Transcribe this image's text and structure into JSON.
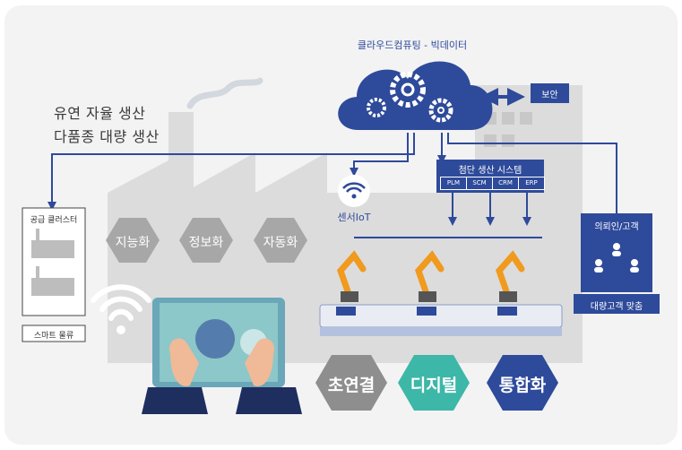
{
  "headline": {
    "line1": "유연 자율 생산",
    "line2": "다품종 대량 생산"
  },
  "cloud": {
    "label": "클라우드컴퓨팅 - 빅데이터"
  },
  "security": {
    "label": "보안"
  },
  "supply": {
    "label": "공급 클러스터",
    "logistics": "스마트 물류"
  },
  "hexes": {
    "intelligent": "지능화",
    "information": "정보화",
    "automation": "자동화"
  },
  "sensor": {
    "label": "센서IoT"
  },
  "system": {
    "title": "첨단 생산 시스템",
    "items": [
      "PLM",
      "SCM",
      "CRM",
      "ERP"
    ]
  },
  "customer": {
    "title": "의뢰인/고객",
    "mass": "대량고객 맞춤"
  },
  "pillars": {
    "hyper": "초연결",
    "digital": "디지털",
    "integration": "통합화"
  },
  "colors": {
    "navy": "#2e4a9a",
    "teal": "#3db7a8",
    "factory": "#dcdcdc",
    "hexgray": "#a7a7a7",
    "hexdark": "#8e8e8e",
    "arm": "#f09a1e"
  }
}
